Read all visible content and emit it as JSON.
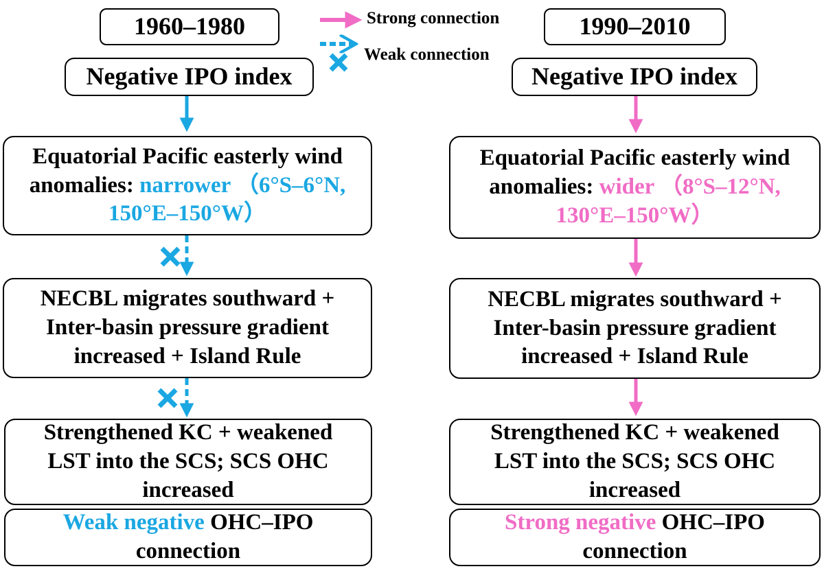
{
  "colors": {
    "strong": "#f06cc5",
    "weak": "#1aa7e2",
    "text": "#000000"
  },
  "legend": {
    "strong_label": "Strong connection",
    "weak_label": "Weak connection",
    "strong_icon": "solid-arrow-icon",
    "weak_icon": "dashed-arrow-icon",
    "cross_icon": "cross-icon"
  },
  "left": {
    "period": "1960–1980",
    "ipo": "Negative IPO index",
    "winds": {
      "prefix": "Equatorial Pacific easterly wind anomalies: ",
      "highlight": "narrower  （6°S–6°N, 150°E–150°W）"
    },
    "necbl": "NECBL migrates southward + Inter-basin pressure gradient increased + Island Rule",
    "kc": "Strengthened KC + weakened LST into the SCS; SCS OHC increased",
    "result": {
      "highlight": "Weak negative",
      "rest": " OHC–IPO connection"
    }
  },
  "right": {
    "period": "1990–2010",
    "ipo": "Negative IPO index",
    "winds": {
      "prefix": "Equatorial Pacific easterly wind anomalies: ",
      "highlight": "wider  （8°S–12°N, 130°E–150°W）"
    },
    "necbl": "NECBL migrates southward + Inter-basin pressure gradient increased + Island Rule",
    "kc": "Strengthened KC + weakened LST into the SCS; SCS OHC increased",
    "result": {
      "highlight": "Strong negative",
      "rest": " OHC–IPO connection"
    }
  }
}
